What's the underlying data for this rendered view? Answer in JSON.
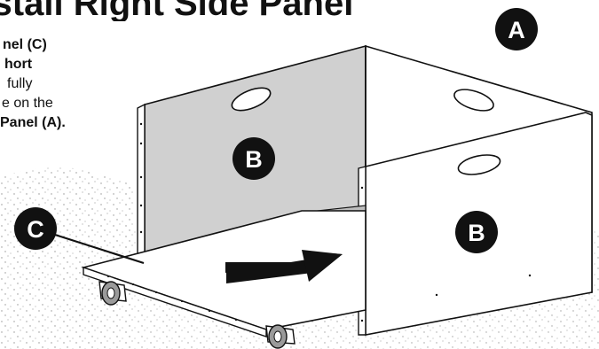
{
  "title": "Install Right Side Panel",
  "instructions": {
    "line1": "nel (C)",
    "line2": "hort",
    "line3": "fully",
    "line4": "e on the",
    "line5": "Panel (A)."
  },
  "labels": {
    "panel_a": "A",
    "panel_b_back": "B",
    "panel_b_front": "B",
    "panel_c": "C"
  },
  "colors": {
    "panel_shade": "#d0d0d0",
    "ink": "#111111",
    "background": "#ffffff"
  }
}
